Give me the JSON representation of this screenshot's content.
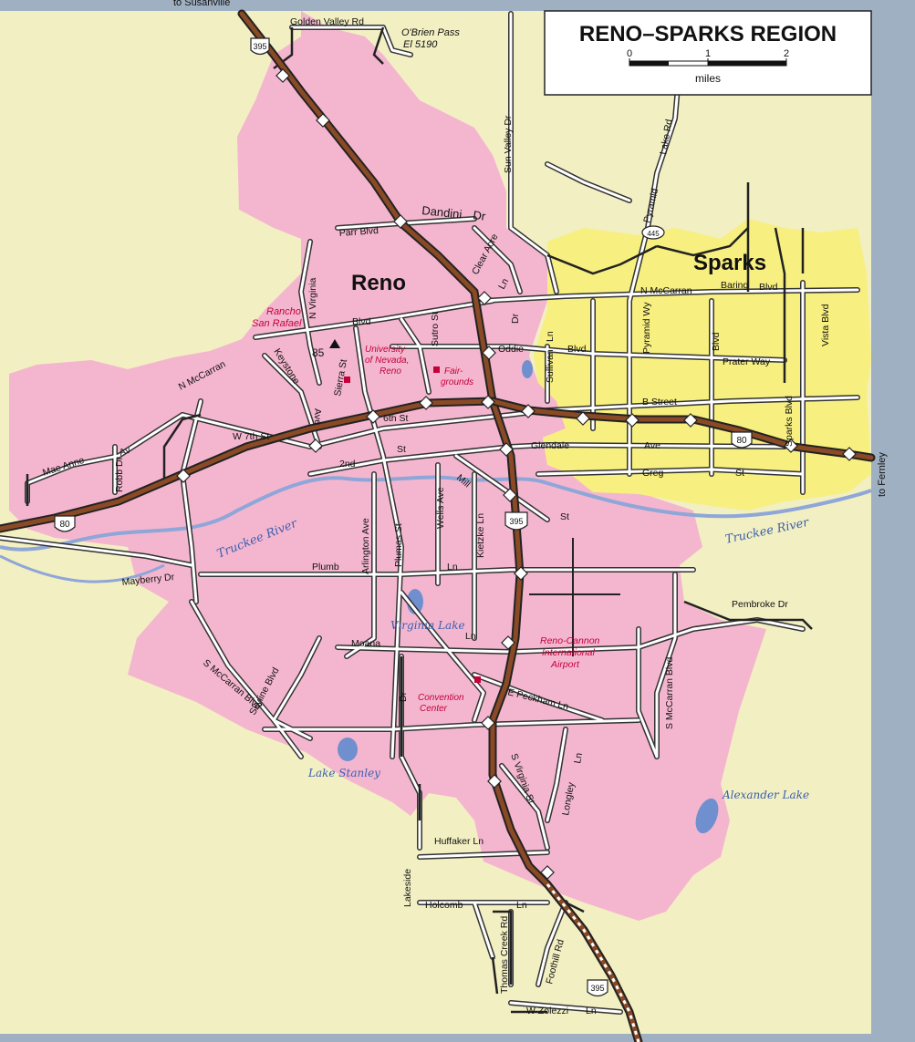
{
  "colors": {
    "water": "#6f8fcf",
    "land": "#f2efc2",
    "reno_urban": "#f4b6cf",
    "sparks_urban": "#f7ef7f",
    "freeway": "#8a4a25",
    "road": "#ffffff",
    "frame": "#9fb0c2"
  },
  "legend": {
    "title": "RENO–SPARKS REGION",
    "scale_ticks": [
      "0",
      "1",
      "2"
    ],
    "scale_unit": "miles"
  },
  "edge_labels": {
    "top": "to Susanville",
    "right": "to Fernley"
  },
  "cities": [
    {
      "name": "Reno"
    },
    {
      "name": "Sparks"
    }
  ],
  "shields": [
    {
      "label": "395"
    },
    {
      "label": "445"
    },
    {
      "label": "80"
    },
    {
      "label": "80"
    },
    {
      "label": "395"
    },
    {
      "label": "395"
    }
  ],
  "roads": [
    "Golden Valley Rd",
    "Sun Valley Dr",
    "Pyramid",
    "Lake Rd",
    "Dandini",
    "Dr",
    "Parr Blvd",
    "Clear Acre",
    "Ln",
    "N McCarran",
    "Baring",
    "Blvd",
    "Vista Blvd",
    "N Virginia",
    "Blvd",
    "Sutro St",
    "Oddie",
    "Blvd",
    "Sullivan",
    "Ln",
    "Pyramid Wy",
    "Blvd",
    "Prater Way",
    "N McCarran",
    "Keystone",
    "Ave",
    "Sierra St",
    "6th St",
    "B Street",
    "W 7th St",
    "Mae Anne",
    "Av",
    "Robb Dr",
    "2nd",
    "St",
    "Glendale",
    "Ave",
    "Greg",
    "St",
    "Sparks Blvd",
    "Mill",
    "Wells Ave",
    "Kietzke Ln",
    "St",
    "Arlington Ave",
    "Plumas St",
    "Plumb",
    "Ln",
    "Mayberry Dr",
    "Moana",
    "Ln",
    "Skyline Blvd",
    "S McCarran Blvd",
    "Dr",
    "E Peckham Ln",
    "S McCarran Blvd",
    "Pembroke Dr",
    "S Virginia St",
    "Longley",
    "Ln",
    "Huffaker Ln",
    "Lakeside",
    "Holcomb",
    "Ln",
    "Thomas Creek Rd",
    "Foothill Rd",
    "W Zolezzi",
    "Ln",
    "Dr"
  ],
  "waters": [
    {
      "name": "Truckee River"
    },
    {
      "name": "Truckee River"
    },
    {
      "name": "Virginia Lake"
    },
    {
      "name": "Lake Stanley"
    },
    {
      "name": "Alexander Lake"
    }
  ],
  "places": [
    {
      "name": "Rancho San Rafael",
      "lines": [
        "Rancho",
        "San Rafael"
      ]
    },
    {
      "name": "University of Nevada, Reno",
      "lines": [
        "University",
        "of Nevada,",
        "Reno"
      ]
    },
    {
      "name": "Fairgrounds",
      "lines": [
        "Fair-",
        "grounds"
      ]
    },
    {
      "name": "Reno-Cannon International Airport",
      "lines": [
        "Reno-Cannon",
        "International",
        "Airport"
      ]
    },
    {
      "name": "Convention Center",
      "lines": [
        "Convention",
        "Center"
      ]
    }
  ],
  "pass": {
    "name": "O'Brien Pass",
    "elev": "El 5190"
  },
  "peak": {
    "label": "85"
  }
}
